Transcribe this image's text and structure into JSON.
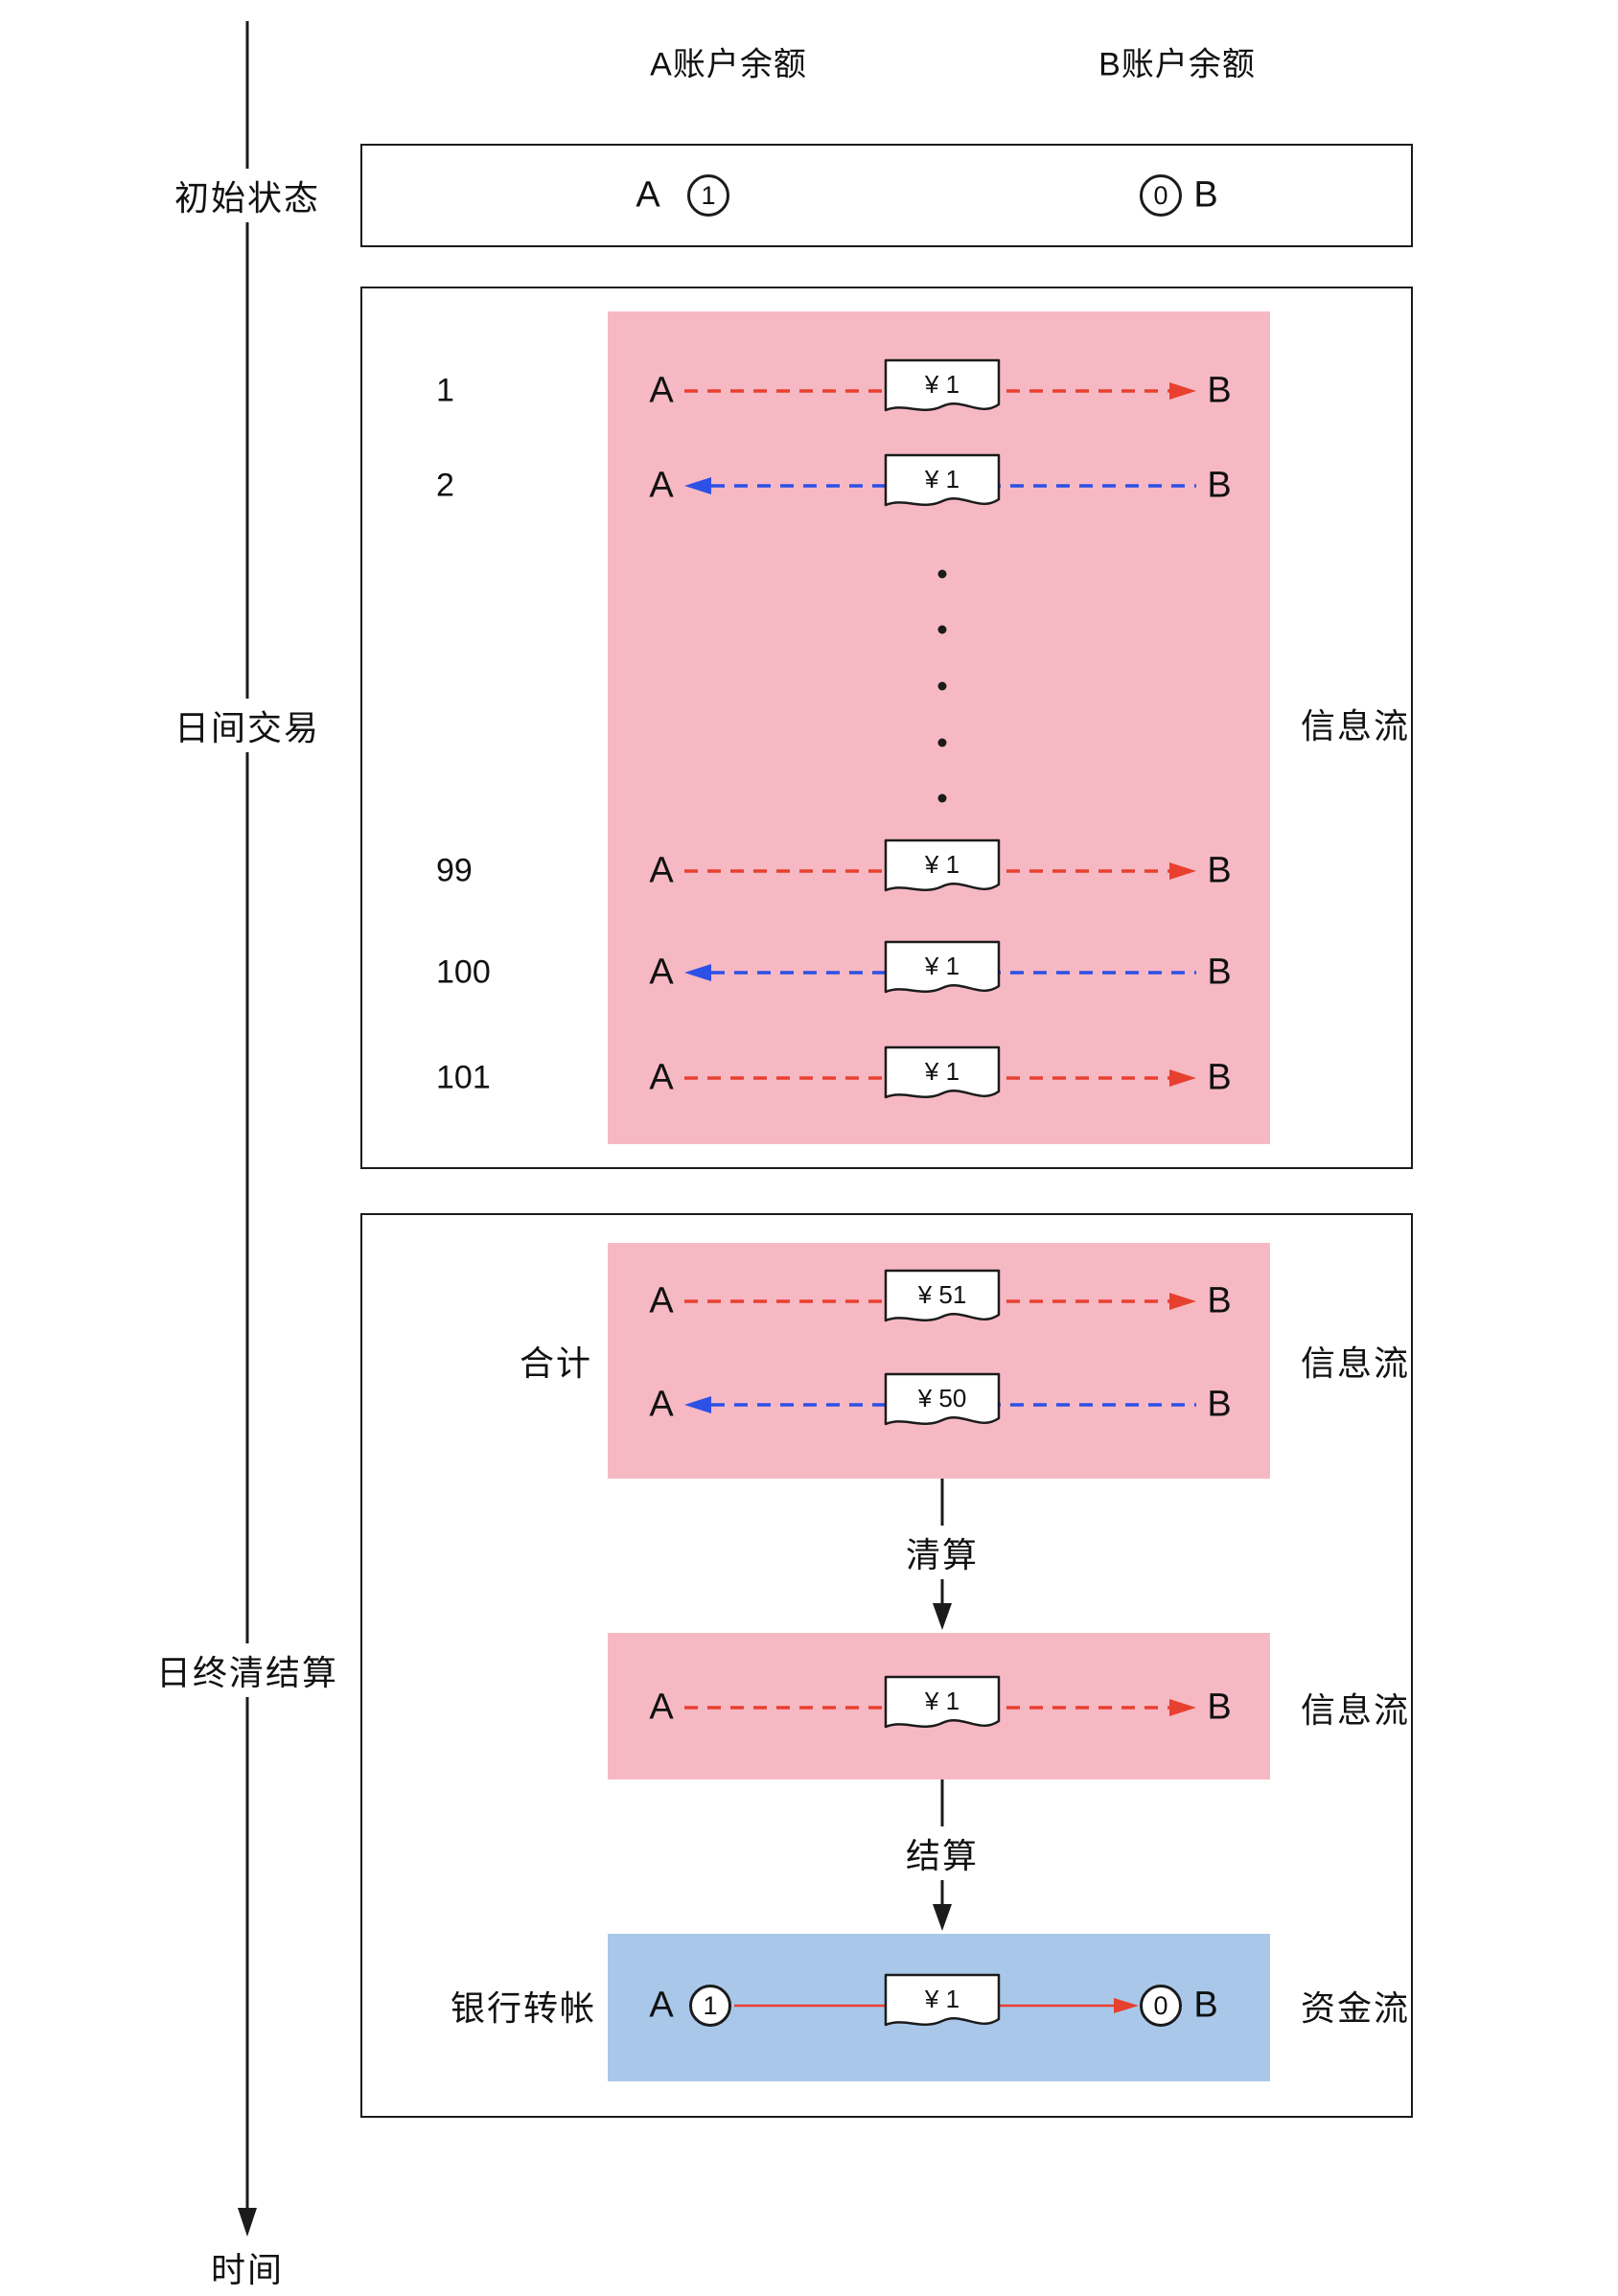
{
  "colors": {
    "pink": "#F6B9C4",
    "blue_panel": "#A9C8E9",
    "red_arrow": "#E8402F",
    "blue_arrow": "#2D50E6",
    "line": "#1B1B1B",
    "text": "#111111"
  },
  "headers": {
    "account_a": "A账户余额",
    "account_b": "B账户余额"
  },
  "timeline": {
    "initial": "初始状态",
    "daytime": "日间交易",
    "eod": "日终清结算",
    "time": "时间"
  },
  "initial_state": {
    "node_a": "A",
    "balance_a": "1",
    "balance_b": "0",
    "node_b": "B"
  },
  "daytime": {
    "rows": [
      {
        "seq": "1",
        "a": "A",
        "b": "B",
        "amount": "¥ 1",
        "dir": "right"
      },
      {
        "seq": "2",
        "a": "A",
        "b": "B",
        "amount": "¥ 1",
        "dir": "left"
      },
      {
        "seq": "99",
        "a": "A",
        "b": "B",
        "amount": "¥ 1",
        "dir": "right"
      },
      {
        "seq": "100",
        "a": "A",
        "b": "B",
        "amount": "¥ 1",
        "dir": "left"
      },
      {
        "seq": "101",
        "a": "A",
        "b": "B",
        "amount": "¥ 1",
        "dir": "right"
      }
    ],
    "flow_label": "信息流"
  },
  "eod": {
    "total_label": "合计",
    "totals": [
      {
        "a": "A",
        "b": "B",
        "amount": "¥ 51",
        "dir": "right"
      },
      {
        "a": "A",
        "b": "B",
        "amount": "¥ 50",
        "dir": "left"
      }
    ],
    "totals_flow_label": "信息流",
    "clearing_label": "清算",
    "net": {
      "a": "A",
      "b": "B",
      "amount": "¥ 1"
    },
    "net_flow_label": "信息流",
    "settlement_label": "结算",
    "bank": {
      "label": "银行转帐",
      "a": "A",
      "balance_a": "1",
      "amount": "¥ 1",
      "balance_b": "0",
      "b": "B"
    },
    "bank_flow_label": "资金流"
  }
}
